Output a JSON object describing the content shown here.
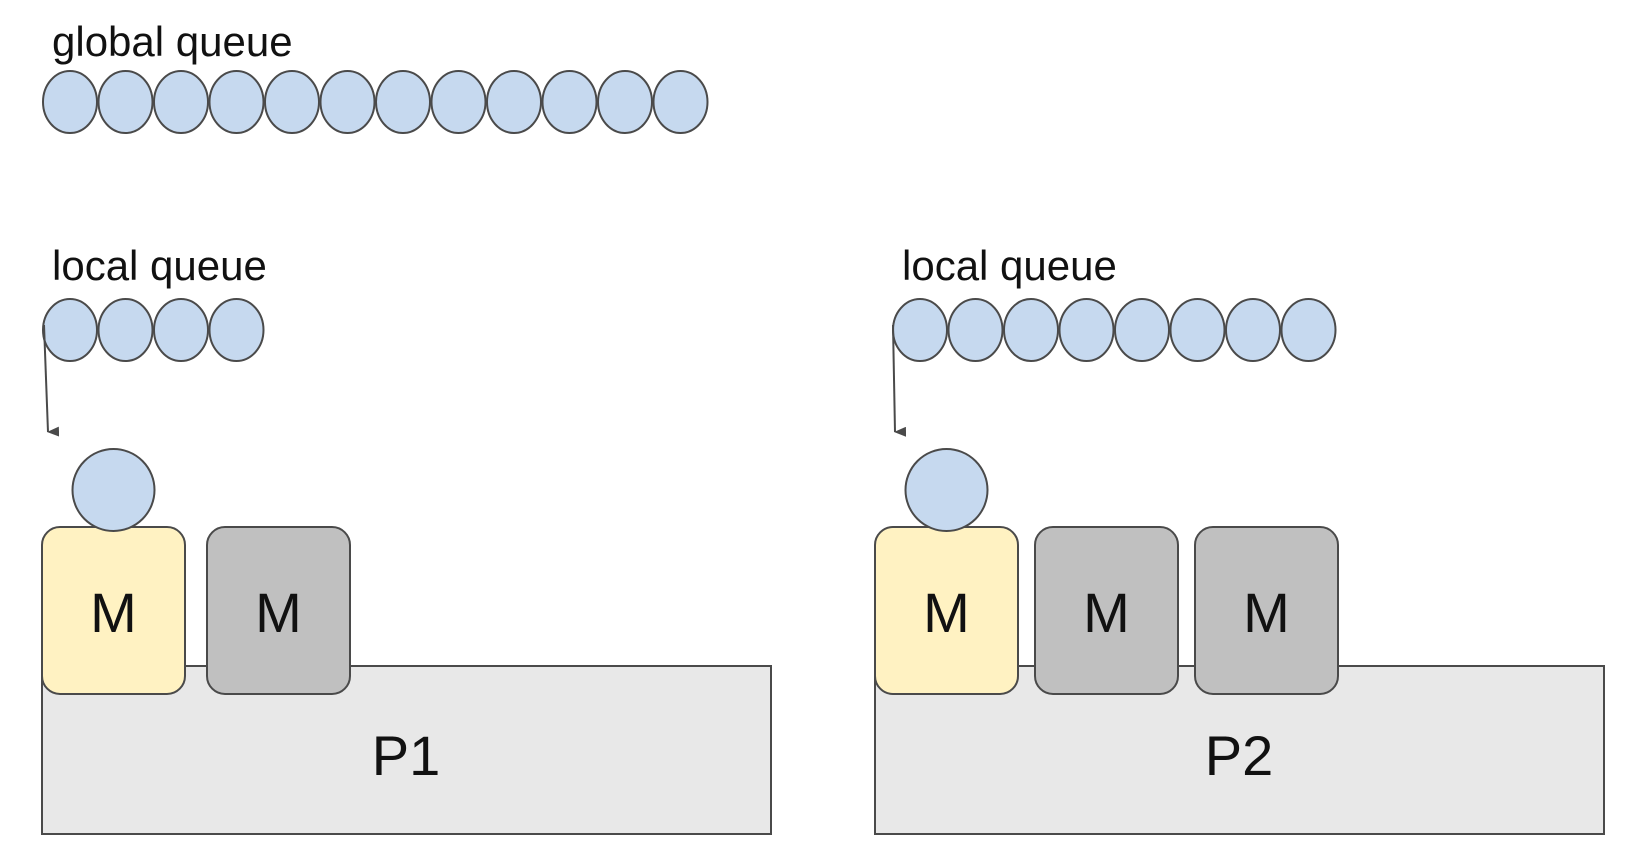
{
  "global_queue": {
    "label": "global queue",
    "count": 12
  },
  "processors": [
    {
      "label": "P1",
      "local_queue": {
        "label": "local queue",
        "count": 4
      },
      "machines": [
        {
          "label": "M",
          "state": "running",
          "has_goroutine": true
        },
        {
          "label": "M",
          "state": "idle",
          "has_goroutine": false
        }
      ]
    },
    {
      "label": "P2",
      "local_queue": {
        "label": "local queue",
        "count": 8
      },
      "machines": [
        {
          "label": "M",
          "state": "running",
          "has_goroutine": true
        },
        {
          "label": "M",
          "state": "idle",
          "has_goroutine": false
        },
        {
          "label": "M",
          "state": "idle",
          "has_goroutine": false
        }
      ]
    }
  ],
  "colors": {
    "goroutine_fill": "#c6d9ef",
    "stroke": "#4a4a4a",
    "running_fill": "#fff2c2",
    "idle_fill": "#c0c0c0",
    "processor_fill": "#e8e8e8",
    "arrow": "#4a4a4a"
  }
}
